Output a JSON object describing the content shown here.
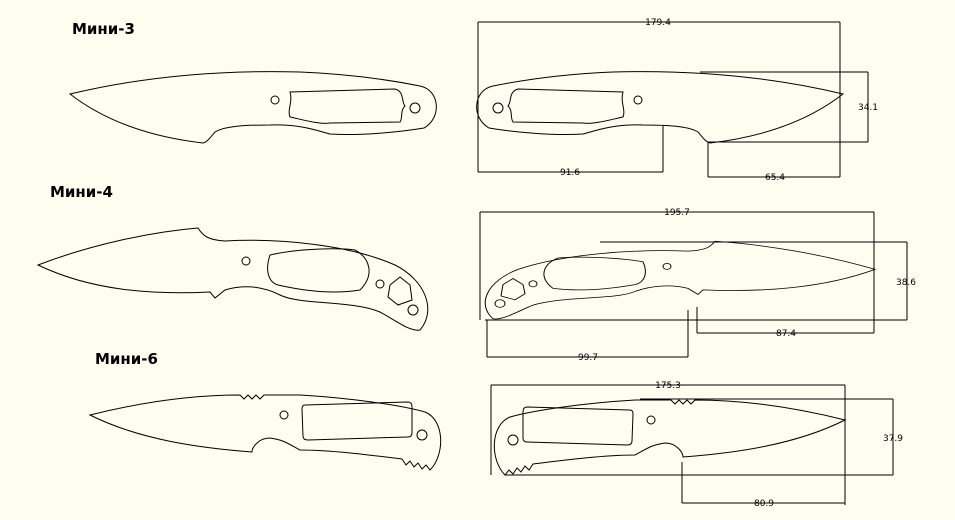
{
  "models": [
    {
      "title": "Мини-3",
      "dims": {
        "length": "179.4",
        "handle": "91.6",
        "blade": "65.4",
        "height": "34.1"
      }
    },
    {
      "title": "Мини-4",
      "dims": {
        "length": "195.7",
        "handle": "99.7",
        "blade": "87.4",
        "height": "38.6"
      }
    },
    {
      "title": "Мини-6",
      "dims": {
        "length": "175.3",
        "blade": "80.9",
        "height": "37.9"
      }
    }
  ],
  "colors": {
    "background": "#fffcf0",
    "line": "#000000"
  }
}
